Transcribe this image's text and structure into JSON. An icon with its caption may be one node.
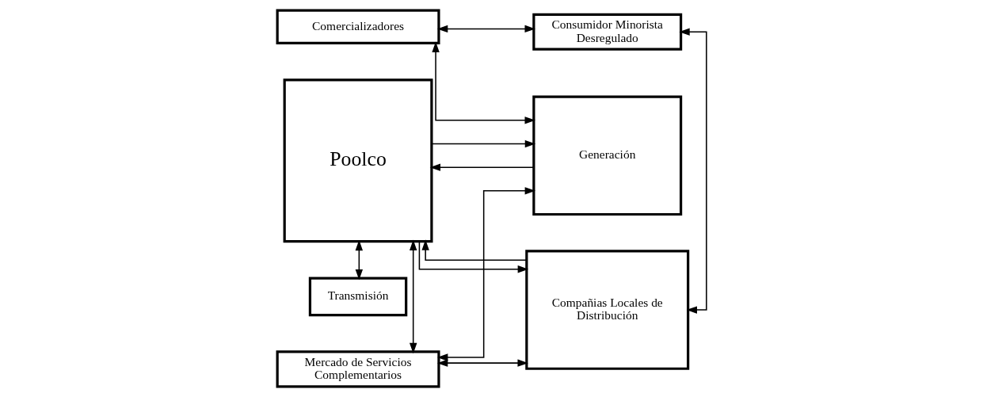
{
  "diagram": {
    "nodes": [
      {
        "text": [
          "Comercializadores"
        ]
      },
      {
        "text": [
          "Consumidor Minorista Desregulado"
        ]
      },
      {
        "text": [
          "Transmisión"
        ]
      },
      {
        "text": [
          "Generación"
        ]
      },
      {
        "text": [
          "Poolco"
        ]
      },
      {
        "text": [
          "Compañias Locales de Distribución"
        ]
      },
      {
        "text": [
          "Mercado de Servicios Complementarios"
        ]
      }
    ],
    "edges": [
      {
        "from": 3,
        "to": 0,
        "arrow": "both"
      },
      {
        "from": 0,
        "to": 1,
        "arrow": "both"
      },
      {
        "from": 1,
        "to": 5,
        "arrow": "both"
      },
      {
        "from": 4,
        "to": 2,
        "arrow": "both"
      },
      {
        "from": 3,
        "to": 4,
        "arrow": "to"
      },
      {
        "from": 4,
        "to": 3,
        "arrow": "to"
      },
      {
        "from": 5,
        "to": 4,
        "arrow": "to"
      },
      {
        "from": 4,
        "to": 5,
        "arrow": "to"
      },
      {
        "from": 4,
        "to": 6,
        "arrow": "both"
      },
      {
        "from": 3,
        "to": 6,
        "arrow": "both"
      },
      {
        "from": 6,
        "to": 5,
        "arrow": "both"
      }
    ]
  }
}
